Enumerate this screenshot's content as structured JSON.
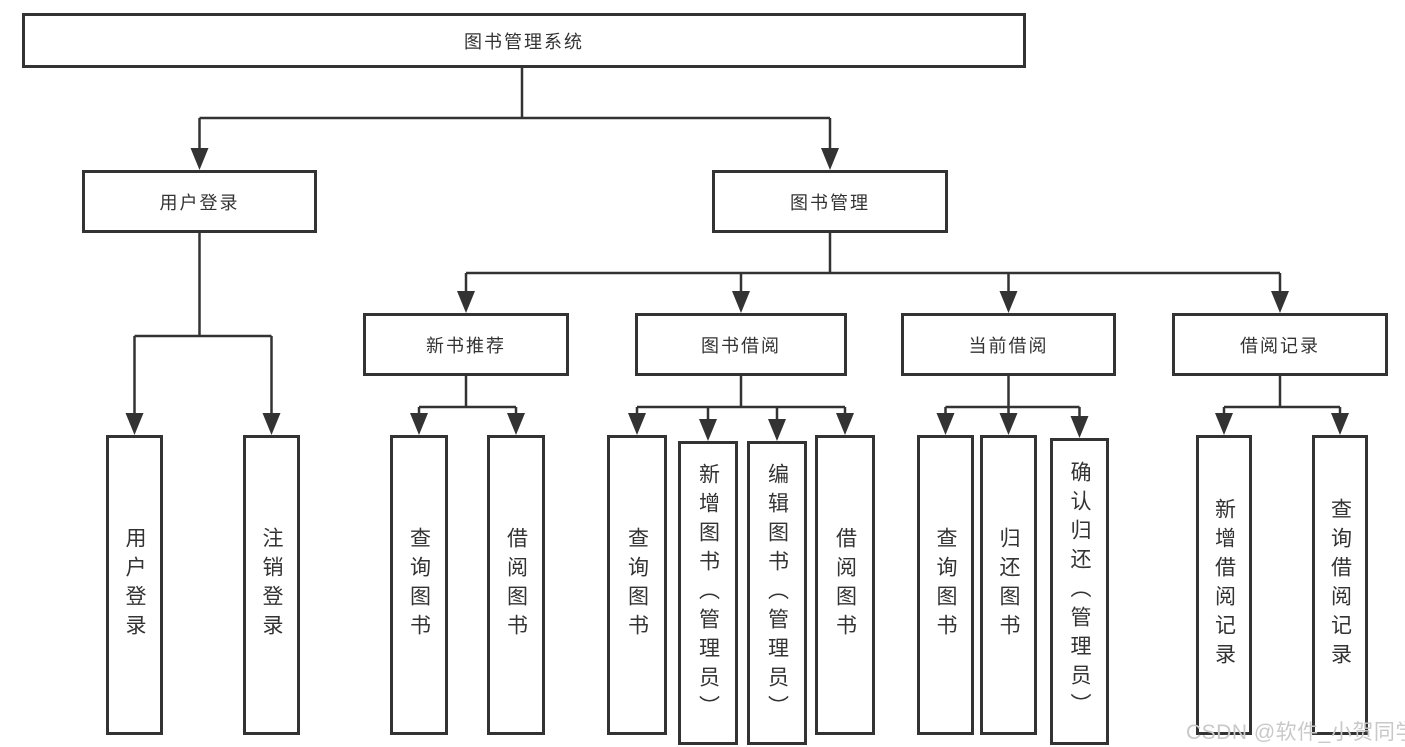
{
  "diagram_type": "hierarchy",
  "colors": {
    "line": "#333333",
    "box_border": "#333333",
    "text": "#333333",
    "background": "#ffffff",
    "watermark": "#c9c9c9"
  },
  "tree": {
    "label": "图书管理系统",
    "children": [
      {
        "label": "用户登录",
        "children": [
          {
            "label": "用户登录"
          },
          {
            "label": "注销登录"
          }
        ]
      },
      {
        "label": "图书管理",
        "children": [
          {
            "label": "新书推荐",
            "children": [
              {
                "label": "查询图书"
              },
              {
                "label": "借阅图书"
              }
            ]
          },
          {
            "label": "图书借阅",
            "children": [
              {
                "label": "查询图书"
              },
              {
                "label": "新增图书（管理员）"
              },
              {
                "label": "编辑图书（管理员）"
              },
              {
                "label": "借阅图书"
              }
            ]
          },
          {
            "label": "当前借阅",
            "children": [
              {
                "label": "查询图书"
              },
              {
                "label": "归还图书"
              },
              {
                "label": "确认归还（管理员）"
              }
            ]
          },
          {
            "label": "借阅记录",
            "children": [
              {
                "label": "新增借阅记录"
              },
              {
                "label": "查询借阅记录"
              }
            ]
          }
        ]
      }
    ]
  },
  "watermark": "CSDN @软件_小贺同学"
}
